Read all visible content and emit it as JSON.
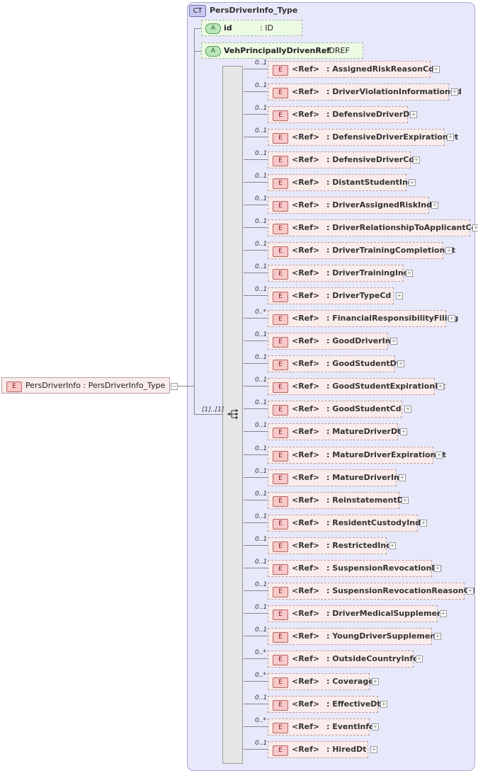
{
  "root": {
    "badge": "E",
    "label": "PersDriverInfo : PersDriverInfo_Type",
    "expand": "−"
  },
  "complex_type": {
    "badge": "CT",
    "title": "PersDriverInfo_Type"
  },
  "attributes": [
    {
      "badge": "A",
      "name": "id",
      "type": ": ID"
    },
    {
      "badge": "A",
      "name": "VehPrincipallyDrivenRef",
      "type": ": IDREF"
    }
  ],
  "sequence": {
    "occurrence": "[1]..[1]",
    "icon": "sequence-icon"
  },
  "elements": [
    {
      "occ": "0..1",
      "badge": "E",
      "ref": "<Ref>",
      "name": ": AssignedRiskReasonCd"
    },
    {
      "occ": "0..1",
      "badge": "E",
      "ref": "<Ref>",
      "name": ": DriverViolationInformationCd"
    },
    {
      "occ": "0..1",
      "badge": "E",
      "ref": "<Ref>",
      "name": ": DefensiveDriverDt"
    },
    {
      "occ": "0..1",
      "badge": "E",
      "ref": "<Ref>",
      "name": ": DefensiveDriverExpirationDt"
    },
    {
      "occ": "0..1",
      "badge": "E",
      "ref": "<Ref>",
      "name": ": DefensiveDriverCd"
    },
    {
      "occ": "0..1",
      "badge": "E",
      "ref": "<Ref>",
      "name": ": DistantStudentInd"
    },
    {
      "occ": "0..1",
      "badge": "E",
      "ref": "<Ref>",
      "name": ": DriverAssignedRiskInd"
    },
    {
      "occ": "0..1",
      "badge": "E",
      "ref": "<Ref>",
      "name": ": DriverRelationshipToApplicantCd"
    },
    {
      "occ": "0..1",
      "badge": "E",
      "ref": "<Ref>",
      "name": ": DriverTrainingCompletionDt"
    },
    {
      "occ": "0..1",
      "badge": "E",
      "ref": "<Ref>",
      "name": ": DriverTrainingInd"
    },
    {
      "occ": "0..1",
      "badge": "E",
      "ref": "<Ref>",
      "name": ": DriverTypeCd"
    },
    {
      "occ": "0..*",
      "badge": "E",
      "ref": "<Ref>",
      "name": ": FinancialResponsibilityFiling"
    },
    {
      "occ": "0..1",
      "badge": "E",
      "ref": "<Ref>",
      "name": ": GoodDriverInd"
    },
    {
      "occ": "0..1",
      "badge": "E",
      "ref": "<Ref>",
      "name": ": GoodStudentDt"
    },
    {
      "occ": "0..1",
      "badge": "E",
      "ref": "<Ref>",
      "name": ": GoodStudentExpirationDt"
    },
    {
      "occ": "0..1",
      "badge": "E",
      "ref": "<Ref>",
      "name": ": GoodStudentCd"
    },
    {
      "occ": "0..1",
      "badge": "E",
      "ref": "<Ref>",
      "name": ": MatureDriverDt"
    },
    {
      "occ": "0..1",
      "badge": "E",
      "ref": "<Ref>",
      "name": ": MatureDriverExpirationDt"
    },
    {
      "occ": "0..1",
      "badge": "E",
      "ref": "<Ref>",
      "name": ": MatureDriverInd"
    },
    {
      "occ": "0..1",
      "badge": "E",
      "ref": "<Ref>",
      "name": ": ReinstatementDt"
    },
    {
      "occ": "0..1",
      "badge": "E",
      "ref": "<Ref>",
      "name": ": ResidentCustodyInd"
    },
    {
      "occ": "0..1",
      "badge": "E",
      "ref": "<Ref>",
      "name": ": RestrictedInd"
    },
    {
      "occ": "0..1",
      "badge": "E",
      "ref": "<Ref>",
      "name": ": SuspensionRevocationDt"
    },
    {
      "occ": "0..1",
      "badge": "E",
      "ref": "<Ref>",
      "name": ": SuspensionRevocationReasonCd"
    },
    {
      "occ": "0..1",
      "badge": "E",
      "ref": "<Ref>",
      "name": ": DriverMedicalSupplement"
    },
    {
      "occ": "0..1",
      "badge": "E",
      "ref": "<Ref>",
      "name": ": YoungDriverSupplement"
    },
    {
      "occ": "0..*",
      "badge": "E",
      "ref": "<Ref>",
      "name": ": OutsideCountryInfo"
    },
    {
      "occ": "0..*",
      "badge": "E",
      "ref": "<Ref>",
      "name": ": Coverage"
    },
    {
      "occ": "0..1",
      "badge": "E",
      "ref": "<Ref>",
      "name": ": EffectiveDt"
    },
    {
      "occ": "0..*",
      "badge": "E",
      "ref": "<Ref>",
      "name": ": EventInfo"
    },
    {
      "occ": "0..1",
      "badge": "E",
      "ref": "<Ref>",
      "name": ": HiredDt"
    }
  ],
  "expand_symbol": "+",
  "colors": {
    "element_fill": "#fbecec",
    "ct_fill": "#e8e8fb",
    "attr_fill": "#eefbe4"
  }
}
